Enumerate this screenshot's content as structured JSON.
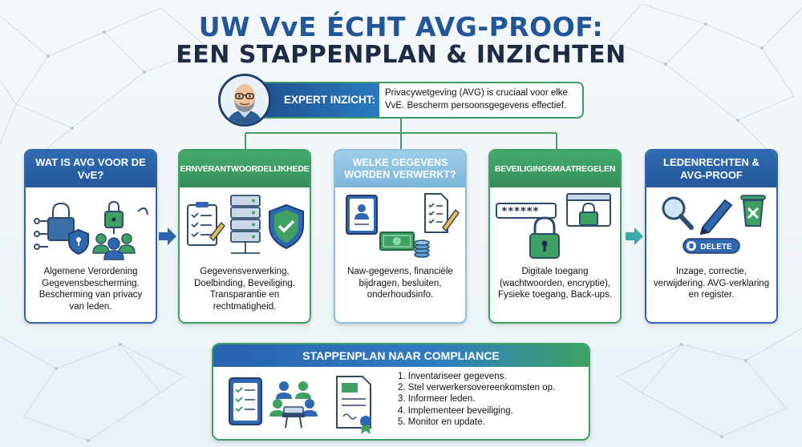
{
  "title": {
    "line1": "UW VvE ÉCHT AVG-PROOF:",
    "line2": "EEN STAPPENPLAN & INZICHTEN"
  },
  "expert": {
    "label": "EXPERT INZICHT:",
    "text": "Privacywetgeving (AVG) is cruciaal voor elke VvE. Bescherm persoonsgegevens effectief."
  },
  "cards": [
    {
      "title": "WAT IS AVG VOOR DE VvE?",
      "text": "Algemene Verordening Gegevensbescherming. Bescherming van privacy van leden."
    },
    {
      "title": "KERNVERANTWOORDELIJKHEDEN",
      "text": "Gegevensverwerking, Doelbinding, Beveiliging. Transparantie en rechtmatigheid."
    },
    {
      "title": "WELKE GEGEVENS WORDEN VERWERKT?",
      "text": "Naw-gegevens, financiële bijdragen, besluiten, onderhoudsinfo."
    },
    {
      "title": "BEVEILIGINGSMAATREGELEN",
      "text": "Digitale toegang (wachtwoorden, encryptie), Fysieke toegang, Back-ups."
    },
    {
      "title": "LEDENRECHTEN & AVG-PROOF",
      "text": "Inzage, correctie, verwijdering. AVG-verklaring en register."
    }
  ],
  "icon_labels": {
    "password": "******",
    "delete": "DELETE"
  },
  "plan": {
    "title": "STAPPENPLAN NAAR COMPLIANCE",
    "steps": [
      "1. Inventariseer gegevens.",
      "2. Stel verwerkersovereenkomsten op.",
      "3. Informeer leden.",
      "4. Implementeer beveiliging.",
      "5. Monitor en update."
    ]
  },
  "colors": {
    "navy": "#1f4f8f",
    "blue": "#2d66ad",
    "green": "#3ea163",
    "light_blue": "#8ec0e0",
    "dark_title": "#1d2c44"
  }
}
